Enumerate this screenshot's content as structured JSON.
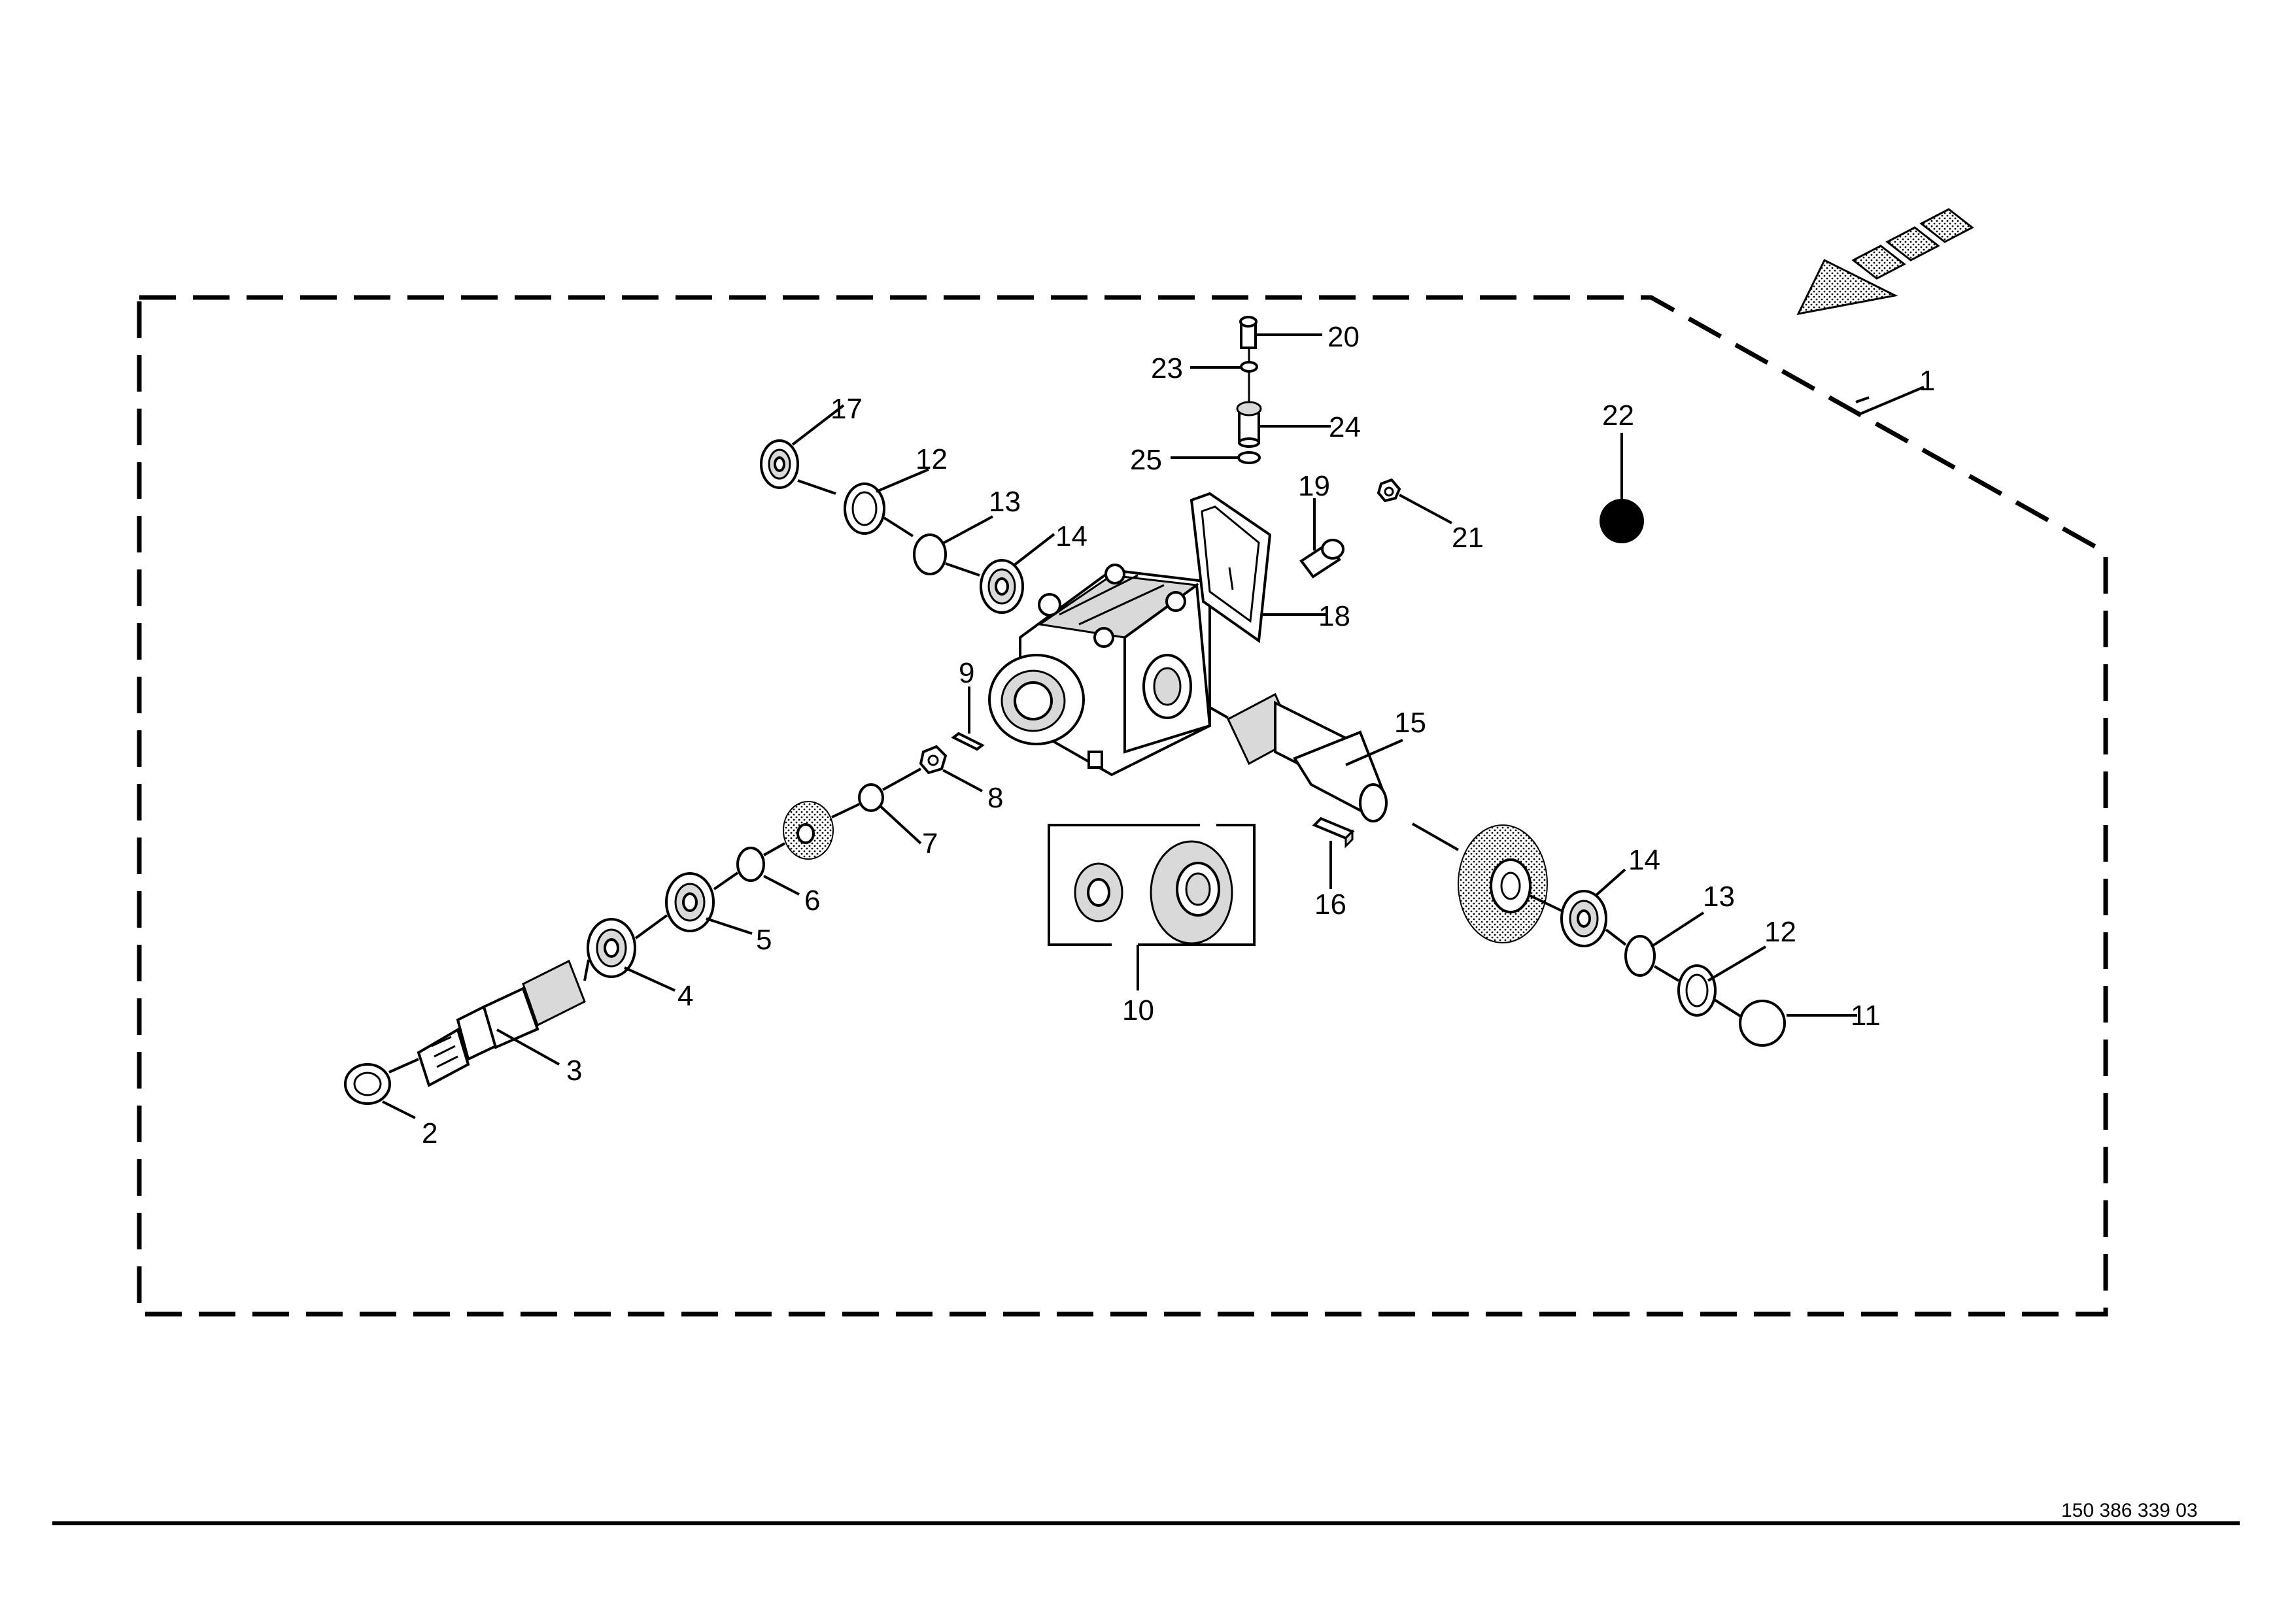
{
  "diagram": {
    "document_number": "150 386 339 03",
    "callouts": [
      {
        "id": "c1",
        "label": "1"
      },
      {
        "id": "c2",
        "label": "2"
      },
      {
        "id": "c3",
        "label": "3"
      },
      {
        "id": "c4",
        "label": "4"
      },
      {
        "id": "c5",
        "label": "5"
      },
      {
        "id": "c6",
        "label": "6"
      },
      {
        "id": "c7",
        "label": "7"
      },
      {
        "id": "c8",
        "label": "8"
      },
      {
        "id": "c9",
        "label": "9"
      },
      {
        "id": "c10",
        "label": "10"
      },
      {
        "id": "c11",
        "label": "11"
      },
      {
        "id": "c12a",
        "label": "12"
      },
      {
        "id": "c12b",
        "label": "12"
      },
      {
        "id": "c13a",
        "label": "13"
      },
      {
        "id": "c13b",
        "label": "13"
      },
      {
        "id": "c14a",
        "label": "14"
      },
      {
        "id": "c14b",
        "label": "14"
      },
      {
        "id": "c15",
        "label": "15"
      },
      {
        "id": "c16",
        "label": "16"
      },
      {
        "id": "c17",
        "label": "17"
      },
      {
        "id": "c18",
        "label": "18"
      },
      {
        "id": "c19",
        "label": "19"
      },
      {
        "id": "c20",
        "label": "20"
      },
      {
        "id": "c21",
        "label": "21"
      },
      {
        "id": "c22",
        "label": "22"
      },
      {
        "id": "c23",
        "label": "23"
      },
      {
        "id": "c24",
        "label": "24"
      },
      {
        "id": "c25",
        "label": "25"
      }
    ],
    "colors": {
      "line": "#000000",
      "background": "#ffffff",
      "shade": "#d9d9d9"
    },
    "icons": {
      "direction_arrow": "direction-arrow-icon",
      "marker_dot": "filled-circle-icon"
    }
  }
}
